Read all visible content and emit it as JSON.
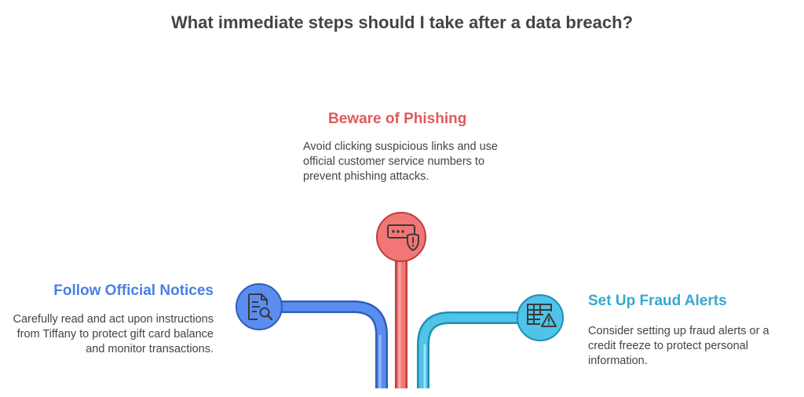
{
  "title": "What immediate steps should I take after a data breach?",
  "items": [
    {
      "heading": "Beware of Phishing",
      "description": "Avoid clicking suspicious links and use official customer service numbers to prevent phishing attacks.",
      "color": "#e05a5a",
      "icon": "password-shield-icon"
    },
    {
      "heading": "Follow Official Notices",
      "description": "Carefully read and act upon instructions from Tiffany to protect gift card balance and monitor transactions.",
      "color": "#4a80e3",
      "icon": "document-search-icon"
    },
    {
      "heading": "Set Up Fraud Alerts",
      "description": "Consider setting up fraud alerts or a credit freeze to protect personal information.",
      "color": "#36a9cf",
      "icon": "spreadsheet-warning-icon"
    }
  ]
}
